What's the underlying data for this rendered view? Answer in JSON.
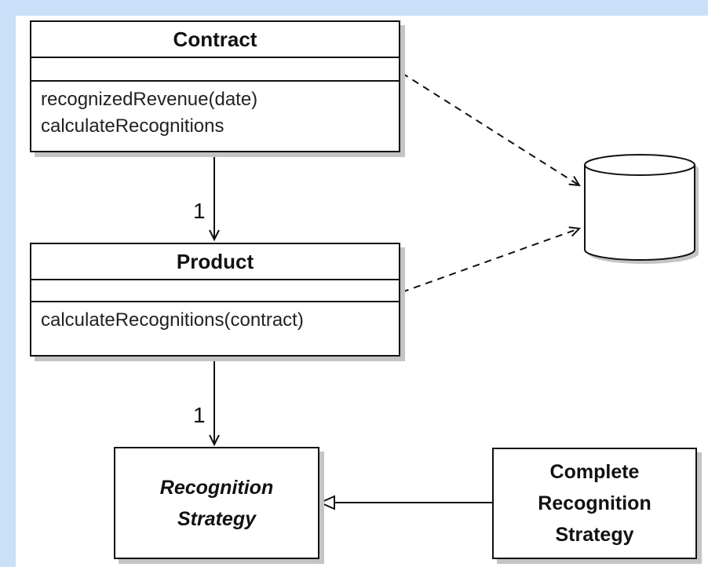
{
  "classes": {
    "contract": {
      "name": "Contract",
      "operations": [
        "recognizedRevenue(date)",
        "calculateRecognitions"
      ]
    },
    "product": {
      "name": "Product",
      "operations": [
        "calculateRecognitions(contract)"
      ]
    },
    "recognition_strategy": {
      "name_lines": [
        "Recognition",
        "Strategy"
      ]
    },
    "complete_recognition_strategy": {
      "name_lines": [
        "Complete",
        "Recognition",
        "Strategy"
      ]
    }
  },
  "multiplicities": {
    "contract_product": "1",
    "product_strategy": "1"
  },
  "colors": {
    "background": "#c9e0f8",
    "canvas": "#ffffff",
    "stroke": "#111111",
    "shadow": "#c4c4c4"
  }
}
